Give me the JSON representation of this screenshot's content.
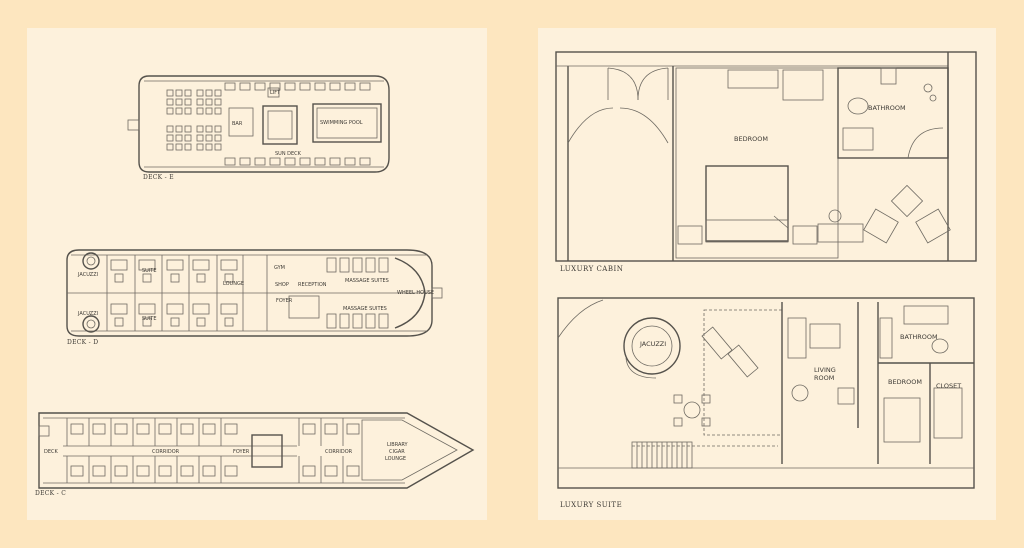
{
  "decks": {
    "deck_e": {
      "caption": "DECK - E",
      "labels": {
        "lift": "LIFT",
        "bar": "BAR",
        "pool": "SWIMMING POOL",
        "sundeck": "SUN DECK"
      }
    },
    "deck_d": {
      "caption": "DECK - D",
      "labels": {
        "jacuzzi_top": "JACUZZI",
        "jacuzzi_bottom": "JACUZZI",
        "suite_top": "SUITE",
        "suite_bottom": "SUITE",
        "lounge": "LOUNGE",
        "gym": "GYM",
        "shop": "SHOP",
        "reception": "RECEPTION",
        "foyer": "FOYER",
        "massage_top": "MASSAGE SUITES",
        "massage_bottom": "MASSAGE SUITES",
        "wheelhouse": "WHEEL HOUSE"
      }
    },
    "deck_c": {
      "caption": "DECK - C",
      "labels": {
        "deck": "DECK",
        "corridor_left": "CORRIDOR",
        "foyer": "FOYER",
        "corridor_right": "CORRIDOR",
        "library": "LIBRARY",
        "cigar": "CIGAR",
        "lounge": "LOUNGE"
      }
    }
  },
  "plans": {
    "cabin": {
      "caption": "LUXURY CABIN",
      "labels": {
        "bedroom": "BEDROOM",
        "bathroom": "BATHROOM"
      }
    },
    "suite": {
      "caption": "LUXURY SUITE",
      "labels": {
        "jacuzzi": "JACUZZI",
        "living": "LIVING",
        "room": "ROOM",
        "bedroom": "BEDROOM",
        "bathroom": "BATHROOM",
        "closet": "CLOSET"
      }
    }
  }
}
